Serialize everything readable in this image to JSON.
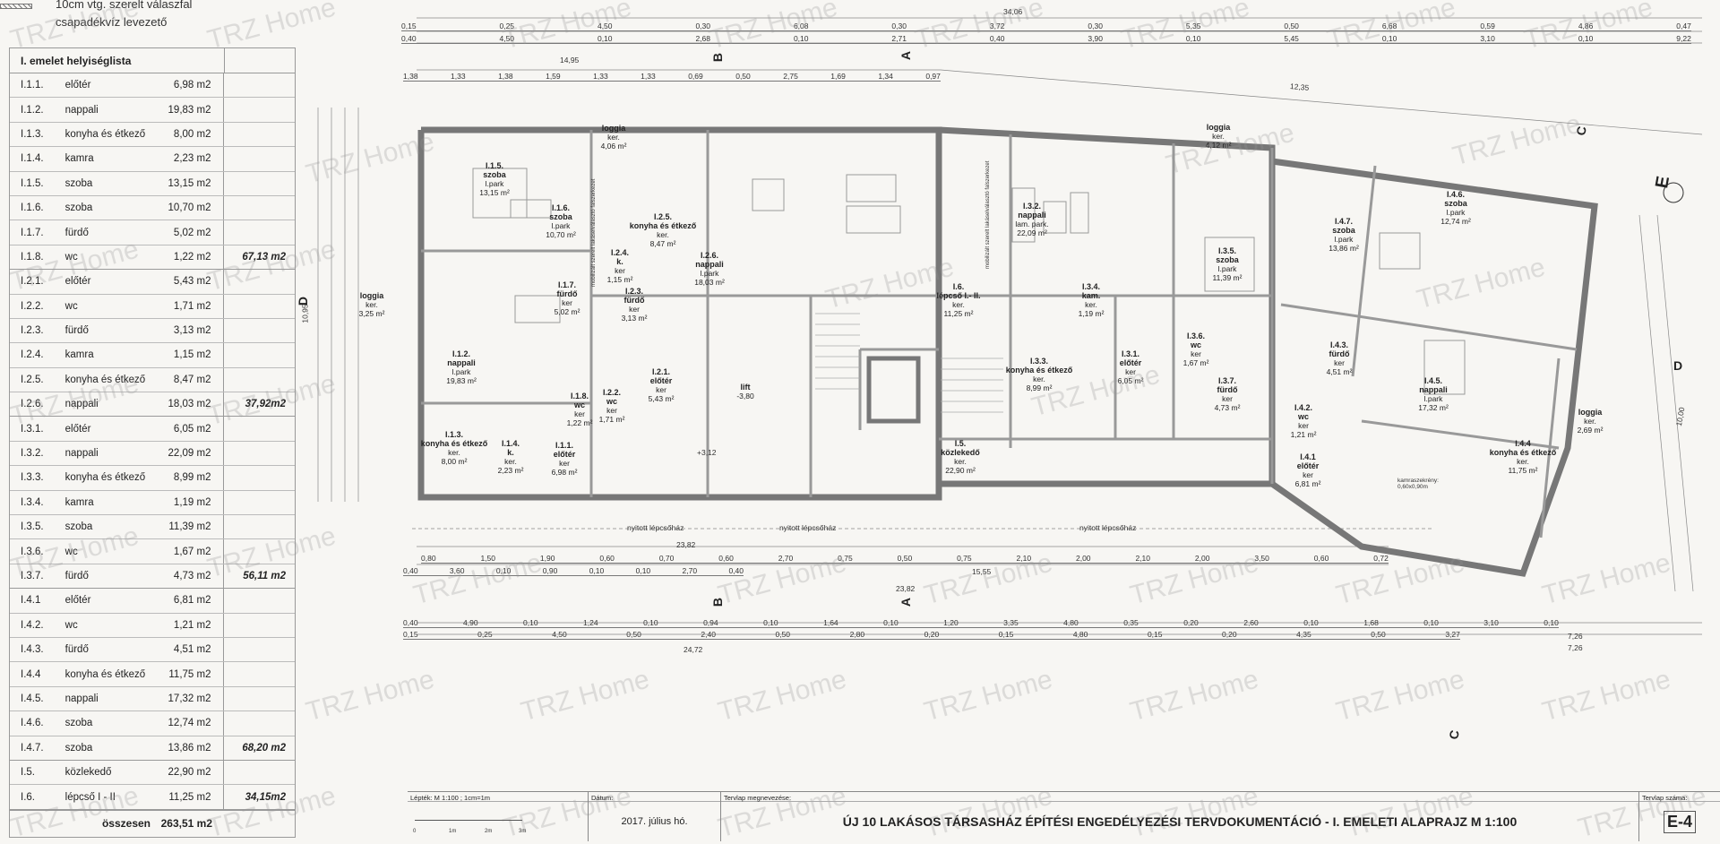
{
  "legend": {
    "partition": "10cm vtg. szerelt válaszfal",
    "drain": "csapadékvíz levezető"
  },
  "watermark": "TRZ Home",
  "room_list": {
    "title": "I. emelet helyiséglista",
    "rows": [
      {
        "id": "I.1.1.",
        "name": "előtér",
        "area": "6,98 m2",
        "subtotal": ""
      },
      {
        "id": "I.1.2.",
        "name": "nappali",
        "area": "19,83 m2",
        "subtotal": ""
      },
      {
        "id": "I.1.3.",
        "name": "konyha és étkező",
        "area": "8,00 m2",
        "subtotal": ""
      },
      {
        "id": "I.1.4.",
        "name": "kamra",
        "area": "2,23 m2",
        "subtotal": ""
      },
      {
        "id": "I.1.5.",
        "name": "szoba",
        "area": "13,15 m2",
        "subtotal": ""
      },
      {
        "id": "I.1.6.",
        "name": "szoba",
        "area": "10,70 m2",
        "subtotal": ""
      },
      {
        "id": "I.1.7.",
        "name": "fürdő",
        "area": "5,02 m2",
        "subtotal": ""
      },
      {
        "id": "I.1.8.",
        "name": "wc",
        "area": "1,22 m2",
        "subtotal": "67,13 m2"
      },
      {
        "id": "I.2.1.",
        "name": "előtér",
        "area": "5,43 m2",
        "subtotal": ""
      },
      {
        "id": "I.2.2.",
        "name": "wc",
        "area": "1,71 m2",
        "subtotal": ""
      },
      {
        "id": "I.2.3.",
        "name": "fürdő",
        "area": "3,13 m2",
        "subtotal": ""
      },
      {
        "id": "I.2.4.",
        "name": "kamra",
        "area": "1,15 m2",
        "subtotal": ""
      },
      {
        "id": "I.2.5.",
        "name": "konyha és étkező",
        "area": "8,47 m2",
        "subtotal": ""
      },
      {
        "id": "I.2.6.",
        "name": "nappali",
        "area": "18,03 m2",
        "subtotal": "37,92m2"
      },
      {
        "id": "I.3.1.",
        "name": "előtér",
        "area": "6,05 m2",
        "subtotal": ""
      },
      {
        "id": "I.3.2.",
        "name": "nappali",
        "area": "22,09 m2",
        "subtotal": ""
      },
      {
        "id": "I.3.3.",
        "name": "konyha és étkező",
        "area": "8,99 m2",
        "subtotal": ""
      },
      {
        "id": "I.3.4.",
        "name": "kamra",
        "area": "1,19 m2",
        "subtotal": ""
      },
      {
        "id": "I.3.5.",
        "name": "szoba",
        "area": "11,39 m2",
        "subtotal": ""
      },
      {
        "id": "I.3.6.",
        "name": "wc",
        "area": "1,67 m2",
        "subtotal": ""
      },
      {
        "id": "I.3.7.",
        "name": "fürdő",
        "area": "4,73 m2",
        "subtotal": "56,11 m2"
      },
      {
        "id": "I.4.1",
        "name": "előtér",
        "area": "6,81 m2",
        "subtotal": ""
      },
      {
        "id": "I.4.2.",
        "name": "wc",
        "area": "1,21 m2",
        "subtotal": ""
      },
      {
        "id": "I.4.3.",
        "name": "fürdő",
        "area": "4,51 m2",
        "subtotal": ""
      },
      {
        "id": "I.4.4",
        "name": "konyha és étkező",
        "area": "11,75 m2",
        "subtotal": ""
      },
      {
        "id": "I.4.5.",
        "name": "nappali",
        "area": "17,32 m2",
        "subtotal": ""
      },
      {
        "id": "I.4.6.",
        "name": "szoba",
        "area": "12,74 m2",
        "subtotal": ""
      },
      {
        "id": "I.4.7.",
        "name": "szoba",
        "area": "13,86 m2",
        "subtotal": "68,20 m2"
      },
      {
        "id": "I.5.",
        "name": "közlekedő",
        "area": "22,90 m2",
        "subtotal": ""
      },
      {
        "id": "I.6.",
        "name": "lépcső I - II",
        "area": "11,25 m2",
        "subtotal": "34,15m2"
      }
    ],
    "total_label": "összesen",
    "total_value": "263,51 m2"
  },
  "plan": {
    "rooms": [
      {
        "id": "I.1.5.",
        "name": "szoba",
        "floor": "l.park",
        "area": "13,15 m²"
      },
      {
        "id": "I.1.6.",
        "name": "szoba",
        "floor": "l.park",
        "area": "10,70 m²"
      },
      {
        "id": "",
        "name": "loggia",
        "floor": "ker.",
        "area": "4,06 m²"
      },
      {
        "id": "I.2.5.",
        "name": "konyha és étkező",
        "floor": "ker.",
        "area": "8,47 m²"
      },
      {
        "id": "I.2.6.",
        "name": "nappali",
        "floor": "l.park",
        "area": "18,03 m²"
      },
      {
        "id": "",
        "name": "loggia",
        "floor": "ker.",
        "area": "3,25 m²"
      },
      {
        "id": "I.1.7.",
        "name": "fürdő",
        "floor": "ker",
        "area": "5,02 m²"
      },
      {
        "id": "I.2.4.",
        "name": "k.",
        "floor": "ker",
        "area": "1,15 m²"
      },
      {
        "id": "I.2.3.",
        "name": "fürdő",
        "floor": "ker",
        "area": "3,13 m²"
      },
      {
        "id": "I.1.2.",
        "name": "nappali",
        "floor": "l.park",
        "area": "19,83 m²"
      },
      {
        "id": "I.2.1.",
        "name": "előtér",
        "floor": "ker",
        "area": "5,43 m²"
      },
      {
        "id": "I.1.8.",
        "name": "wc",
        "floor": "ker",
        "area": "1,22 m²"
      },
      {
        "id": "I.2.2.",
        "name": "wc",
        "floor": "ker",
        "area": "1,71 m²"
      },
      {
        "id": "",
        "name": "lift",
        "floor": "",
        "area": "-3,80"
      },
      {
        "id": "I.1.3.",
        "name": "konyha és étkező",
        "floor": "ker.",
        "area": "8,00 m²"
      },
      {
        "id": "I.1.4.",
        "name": "k.",
        "floor": "ker.",
        "area": "2,23 m²"
      },
      {
        "id": "I.1.1.",
        "name": "előtér",
        "floor": "ker",
        "area": "6,98 m²"
      },
      {
        "id": "I.6.",
        "name": "lépcső I.- II.",
        "floor": "ker.",
        "area": "11,25 m²"
      },
      {
        "id": "I.5.",
        "name": "közlekedő",
        "floor": "ker.",
        "area": "22,90 m²"
      },
      {
        "id": "I.3.2.",
        "name": "nappali",
        "floor": "lam. park.",
        "area": "22,09 m²"
      },
      {
        "id": "",
        "name": "loggia",
        "floor": "ker.",
        "area": "4,12 m²"
      },
      {
        "id": "I.3.5.",
        "name": "szoba",
        "floor": "l.park",
        "area": "11,39 m²"
      },
      {
        "id": "I.3.4.",
        "name": "kam.",
        "floor": "ker.",
        "area": "1,19 m²"
      },
      {
        "id": "I.3.3.",
        "name": "konyha és étkező",
        "floor": "ker.",
        "area": "8,99 m²"
      },
      {
        "id": "I.3.1.",
        "name": "előtér",
        "floor": "ker",
        "area": "6,05 m²"
      },
      {
        "id": "I.3.6.",
        "name": "wc",
        "floor": "ker",
        "area": "1,67 m²"
      },
      {
        "id": "I.3.7.",
        "name": "fürdő",
        "floor": "ker",
        "area": "4,73 m²"
      },
      {
        "id": "I.4.7.",
        "name": "szoba",
        "floor": "l.park",
        "area": "13,86 m²"
      },
      {
        "id": "I.4.6.",
        "name": "szoba",
        "floor": "l.park",
        "area": "12,74 m²"
      },
      {
        "id": "I.4.3.",
        "name": "fürdő",
        "floor": "ker",
        "area": "4,51 m²"
      },
      {
        "id": "I.4.5.",
        "name": "nappali",
        "floor": "l.park",
        "area": "17,32 m²"
      },
      {
        "id": "",
        "name": "loggia",
        "floor": "ker.",
        "area": "2,69 m²"
      },
      {
        "id": "I.4.2.",
        "name": "wc",
        "floor": "ker",
        "area": "1,21 m²"
      },
      {
        "id": "I.4.1",
        "name": "előtér",
        "floor": "ker",
        "area": "6,81 m²"
      },
      {
        "id": "I.4.4",
        "name": "konyha és étkező",
        "floor": "ker.",
        "area": "11,75 m²"
      }
    ],
    "notes": {
      "elevation": "+3,12",
      "wardrobe": "kamraszekrény: 0,60x0,90m",
      "open_stair": "nyitott lépcsőház",
      "partition_note": "mobilizált szerelt lakáselválasztó falszerkezet"
    },
    "dims": {
      "overall": "34,06",
      "left_top": "14,95",
      "right_top": "12,35",
      "bottom1": "23,82",
      "bottom2": "23,82",
      "mid": "15,55",
      "bottom_total": "24,72",
      "right_bottom1": "7,26",
      "right_bottom2": "7,26",
      "height_left": "10,95",
      "height_right": "10,00",
      "top_row1": [
        "0,15",
        "0,25",
        "4,50",
        "0,30",
        "6,08",
        "0,30",
        "3,72",
        "0,30",
        "5,35",
        "0,50",
        "6,68",
        "0,59",
        "4,86",
        "0,47"
      ],
      "top_row2": [
        "0,40",
        "4,50",
        "0,10",
        "2,68",
        "0,10",
        "2,71",
        "0,40",
        "3,90",
        "0,10",
        "5,45",
        "0,10",
        "3,10",
        "0,10",
        "9,22"
      ],
      "top_row3": [
        "1,38",
        "1,33",
        "1,38",
        "1,59",
        "1,33",
        "1,33",
        "0,69",
        "0,50",
        "2,75",
        "1,69",
        "1,34",
        "0,97"
      ],
      "bottom_row1": [
        "0,80",
        "1,50",
        "1,90",
        "0,60",
        "0,70",
        "0,60",
        "2,70",
        "0,75",
        "0,50",
        "0,75",
        "2,10",
        "2,00",
        "2,10",
        "2,00",
        "3,50",
        "0,60",
        "0,72"
      ],
      "bottom_row2": [
        "0,40",
        "3,60",
        "0,10",
        "0,90",
        "0,10",
        "0,10",
        "2,70",
        "0,40"
      ],
      "bottom_row3": [
        "0,40",
        "4,90",
        "0,10",
        "1,24",
        "0,10",
        "0,94",
        "0,10",
        "1,64",
        "0,10",
        "1,20",
        "3,35",
        "4,80",
        "0,35",
        "0,20",
        "2,60",
        "0,10",
        "1,68",
        "0,10",
        "3,10",
        "0,10"
      ],
      "bottom_row4": [
        "0,15",
        "0,25",
        "4,50",
        "0,50",
        "2,40",
        "0,50",
        "2,80",
        "0,20",
        "0,15",
        "4,80",
        "0,15",
        "0,20",
        "4,35",
        "0,50",
        "3,27"
      ]
    },
    "sections": {
      "a": "A",
      "b": "B",
      "c": "C",
      "d": "D",
      "e": "E"
    }
  },
  "title_block": {
    "scale_label": "Lépték: M 1:100 ; 1cm=1m",
    "scale_ticks": [
      "0",
      "1m",
      "2m",
      "3m"
    ],
    "date_label": "Dátum:",
    "date": "2017. július hó.",
    "name_label": "Tervlap megnevezése:",
    "name": "ÚJ 10 LAKÁSOS TÁRSASHÁZ ÉPÍTÉSI ENGEDÉLYEZÉSI TERVDOKUMENTÁCIÓ - I. EMELETI ALAPRAJZ M 1:100",
    "number_label": "Tervlap száma:",
    "number": "E-4"
  }
}
